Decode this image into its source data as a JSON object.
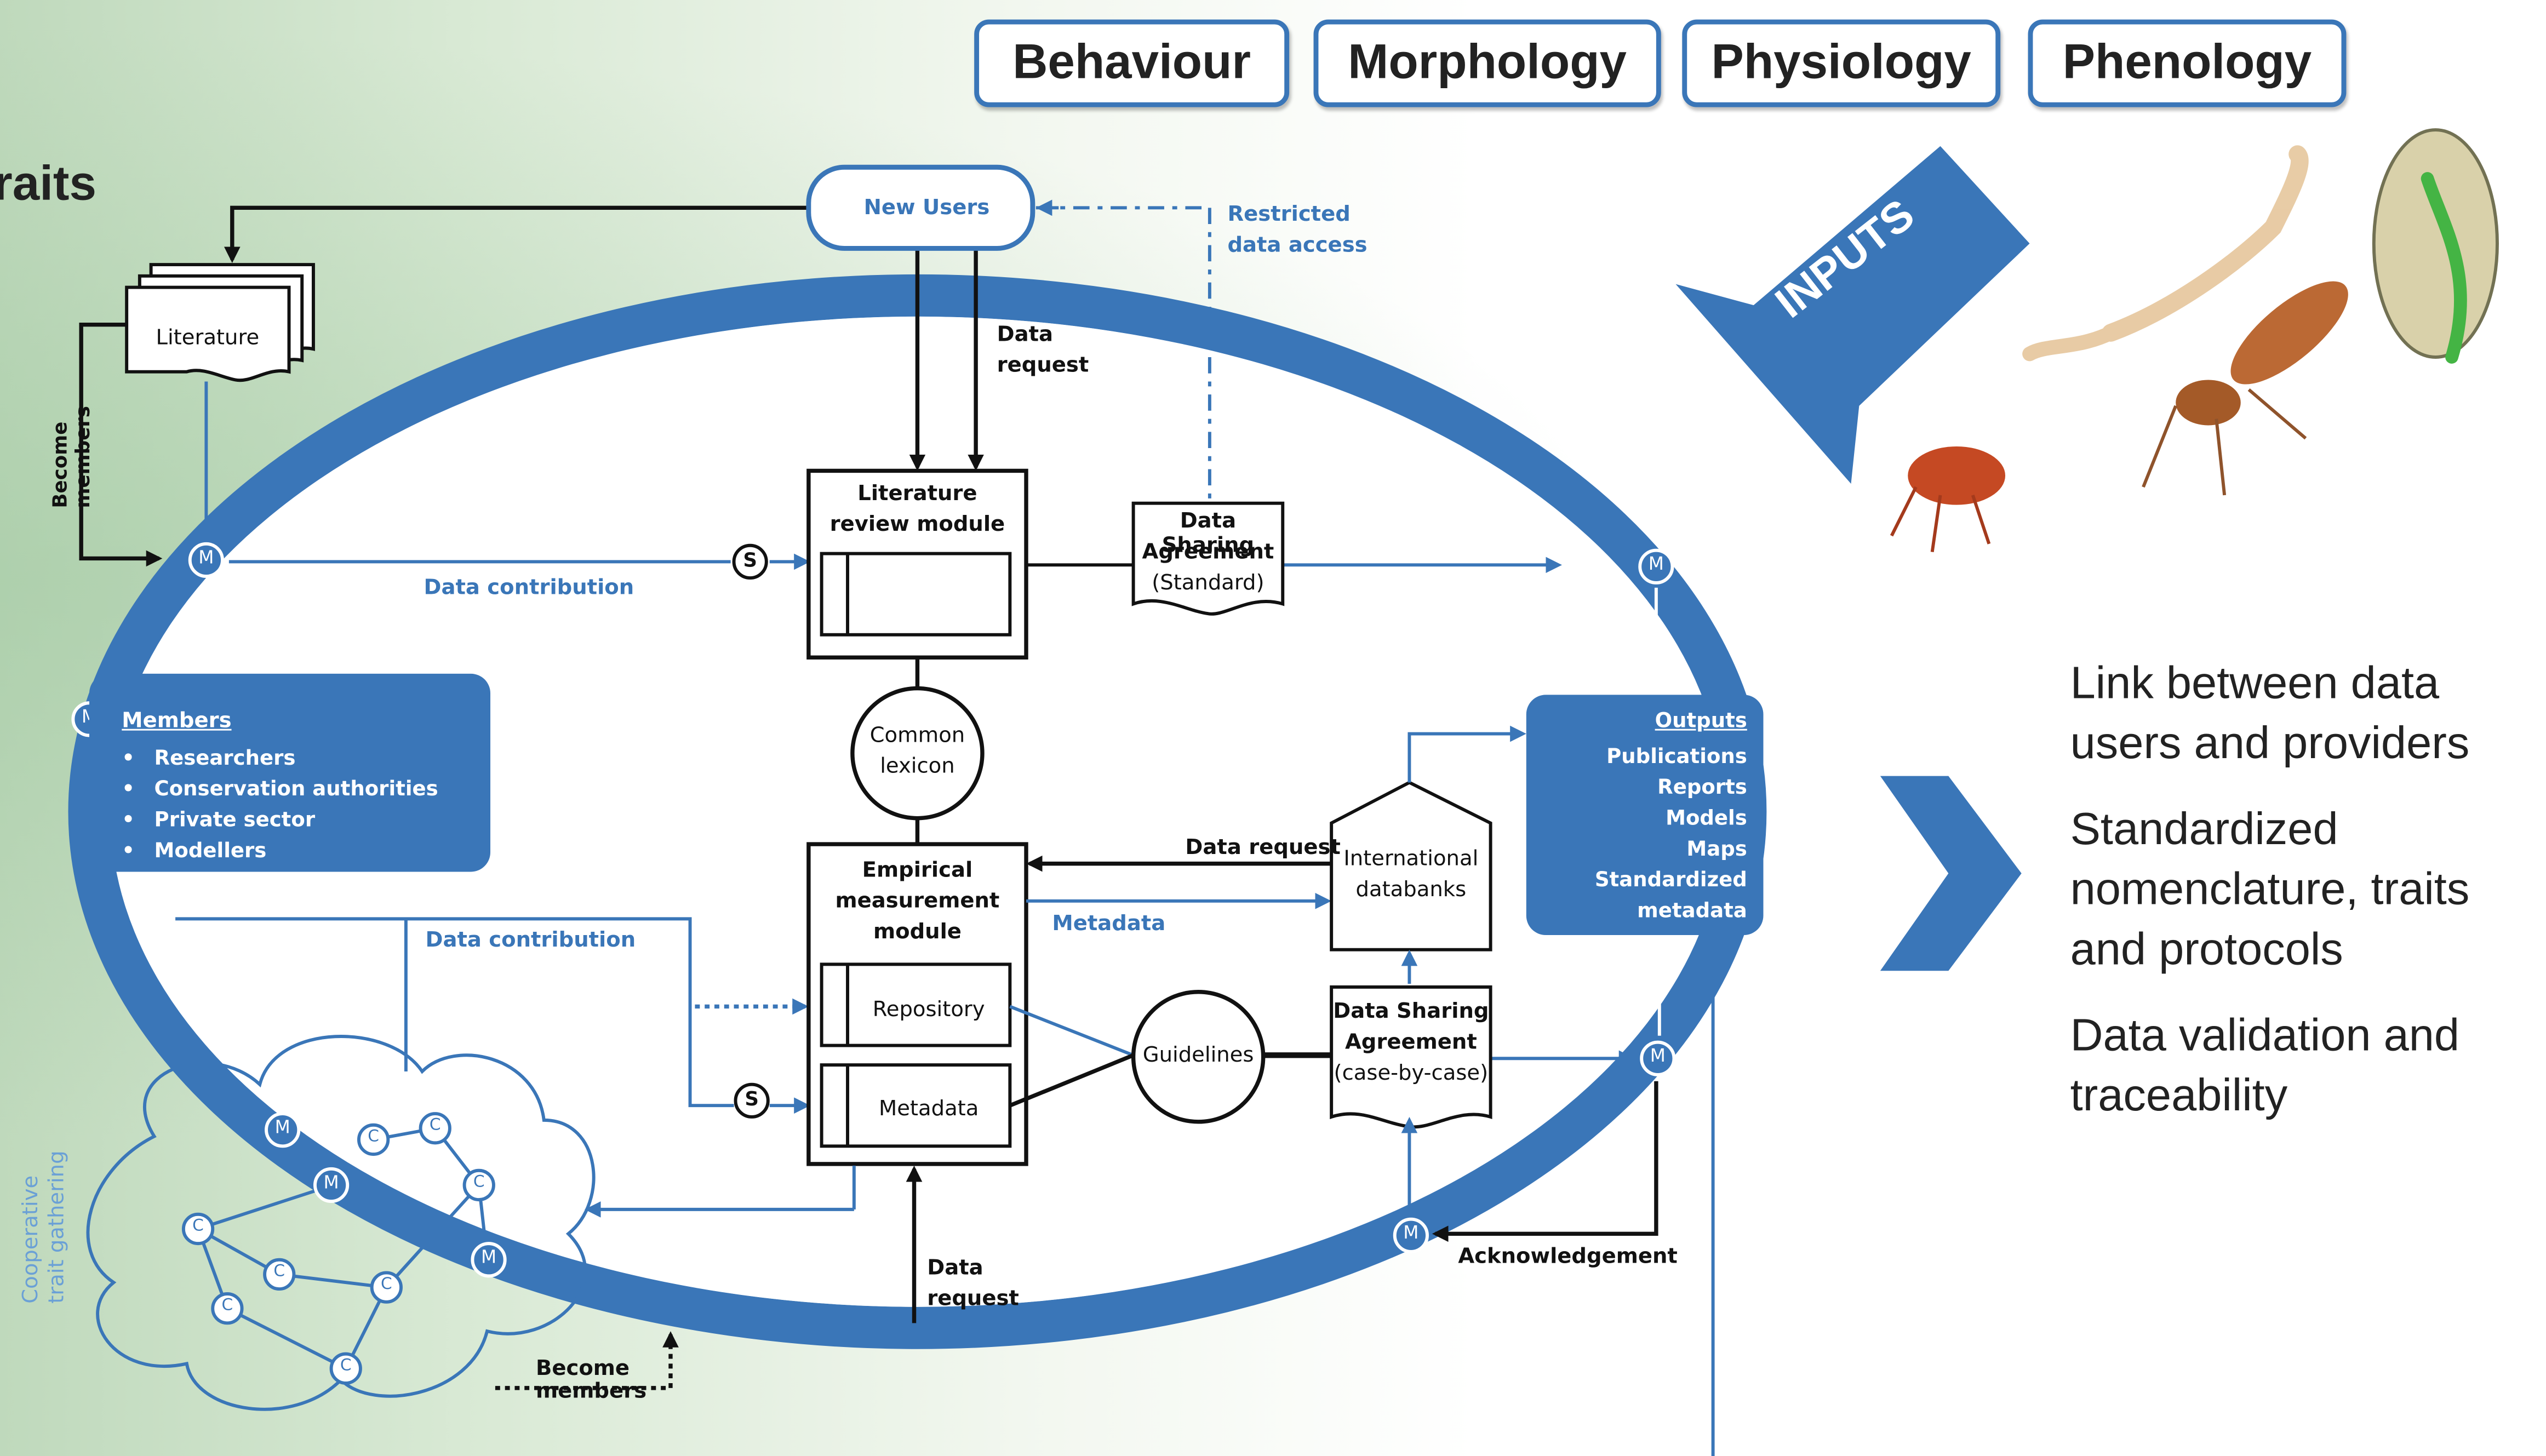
{
  "header": {
    "partial_title": "raits",
    "tags": [
      {
        "id": "behaviour",
        "label": "Behaviour"
      },
      {
        "id": "morphology",
        "label": "Morphology"
      },
      {
        "id": "physiology",
        "label": "Physiology"
      },
      {
        "id": "phenology",
        "label": "Phenology"
      }
    ],
    "inputs_label": "INPUTS"
  },
  "nodes": {
    "new_users": "New Users",
    "restricted_access_line1": "Restricted",
    "restricted_access_line2": "data access",
    "literature": "Literature",
    "lit_review_line1": "Literature",
    "lit_review_line2": "review module",
    "dsa_standard_line1": "Data Sharing",
    "dsa_standard_line2": "Agreement",
    "dsa_standard_line3": "(Standard)",
    "common_lexicon_line1": "Common",
    "common_lexicon_line2": "lexicon",
    "empirical_line1": "Empirical",
    "empirical_line2": "measurement",
    "empirical_line3": "module",
    "repository": "Repository",
    "metadata_box": "Metadata",
    "guidelines": "Guidelines",
    "intl_databanks_line1": "International",
    "intl_databanks_line2": "databanks",
    "dsa_case_line1": "Data Sharing",
    "dsa_case_line2": "Agreement",
    "dsa_case_line3": "(case-by-case)",
    "m": "M",
    "s": "S",
    "c": "C"
  },
  "members": {
    "title": "Members",
    "items": [
      "Researchers",
      "Conservation authorities",
      "Private sector",
      "Modellers"
    ]
  },
  "outputs": {
    "title": "Outputs",
    "items": [
      "Publications",
      "Reports",
      "Models",
      "Maps",
      "Standardized metadata"
    ]
  },
  "edge_labels": {
    "data_request_top_line1": "Data",
    "data_request_top_line2": "request",
    "data_contribution_top": "Data contribution",
    "data_contribution_bottom": "Data contribution",
    "become_members_left_line1": "Become",
    "become_members_left_line2": "members",
    "data_request_mid": "Data request",
    "metadata_edge": "Metadata",
    "data_request_bottom_line1": "Data",
    "data_request_bottom_line2": "request",
    "acknowledgement": "Acknowledgement",
    "become_members_bottom_line1": "Become",
    "become_members_bottom_line2": "members",
    "cooperative_line1": "Cooperative",
    "cooperative_line2": "trait gathering"
  },
  "benefits": [
    "Link between data users and providers",
    "Standardized nomenclature, traits and protocols",
    "Data validation and traceability"
  ],
  "colors": {
    "accent": "#3a76b8",
    "ink": "#111111"
  }
}
